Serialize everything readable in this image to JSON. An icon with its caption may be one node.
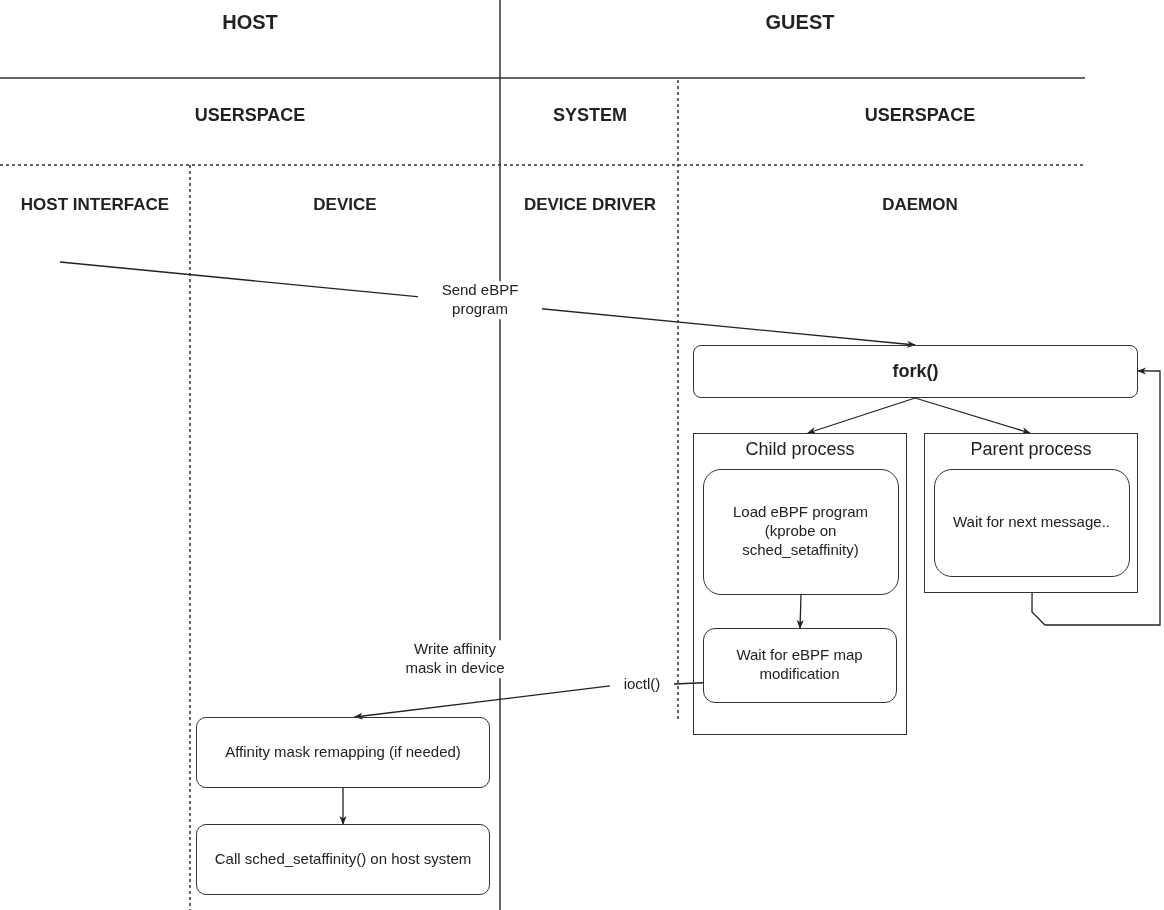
{
  "diagram": {
    "nodes": [
      {
        "text": [
          "fork()"
        ]
      },
      {
        "text": [
          "Child process"
        ]
      },
      {
        "text": [
          "Load eBPF program (kprobe on sched_setaffinity)"
        ],
        "in": 1
      },
      {
        "text": [
          "Wait for eBPF map modification"
        ],
        "in": 1
      },
      {
        "text": [
          "Parent process"
        ]
      },
      {
        "text": [
          "Wait for next message.."
        ],
        "in": 4
      },
      {
        "text": [
          "ioctl()"
        ]
      },
      {
        "text": [
          "Affinity mask remapping (if needed)"
        ]
      },
      {
        "text": [
          "Call sched_setaffinity() on host system"
        ]
      }
    ],
    "edges": [
      {
        "from": null,
        "to": 0,
        "arrow": "to",
        "label": "Send eBPF program"
      },
      {
        "from": 0,
        "to": 1,
        "arrow": "to"
      },
      {
        "from": 0,
        "to": 4,
        "arrow": "to"
      },
      {
        "from": 2,
        "to": 3,
        "arrow": "to"
      },
      {
        "from": 4,
        "to": 0,
        "arrow": "to"
      },
      {
        "from": 3,
        "to": 6,
        "arrow": "none"
      },
      {
        "from": 6,
        "to": 7,
        "arrow": "to",
        "label": "Write affinity mask in device"
      },
      {
        "from": 7,
        "to": 8,
        "arrow": "to"
      }
    ],
    "labels": [
      "HOST",
      "GUEST",
      "USERSPACE",
      "SYSTEM",
      "USERSPACE",
      "HOST INTERFACE",
      "DEVICE",
      "DEVICE DRIVER",
      "DAEMON"
    ]
  }
}
